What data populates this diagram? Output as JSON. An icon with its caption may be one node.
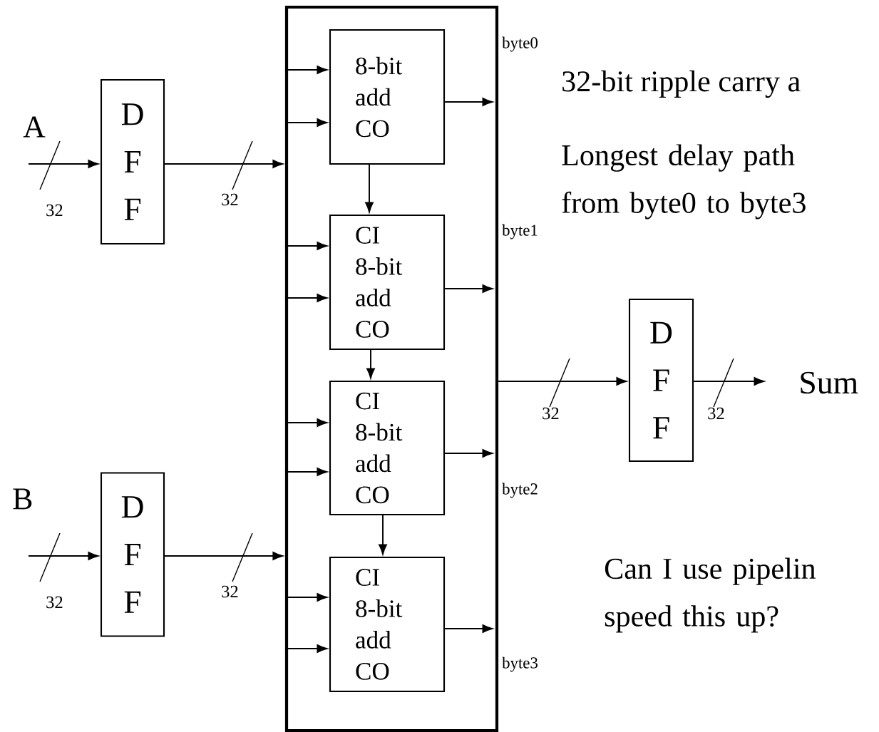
{
  "diagram": {
    "nodes": [
      {
        "text": [
          "D F F"
        ]
      },
      {
        "text": [
          "D F F"
        ]
      },
      {
        "text": [],
        "shape": "box"
      },
      {
        "text": [
          "8-bit add CO"
        ],
        "in": 2,
        "beside": [
          "byte0"
        ]
      },
      {
        "text": [
          "CI 8-bit add CO"
        ],
        "in": 2,
        "beside": [
          "byte1"
        ]
      },
      {
        "text": [
          "CI 8-bit add CO"
        ],
        "in": 2,
        "beside": [
          "byte2"
        ]
      },
      {
        "text": [
          "CI 8-bit add CO"
        ],
        "in": 2,
        "beside": [
          "byte3"
        ]
      },
      {
        "text": [
          "D F F"
        ]
      },
      {
        "text": [
          "Sum"
        ]
      }
    ],
    "edges": [
      {
        "from": null,
        "to": 0,
        "arrow": "to"
      },
      {
        "from": 0,
        "to": 2,
        "arrow": "to"
      },
      {
        "from": null,
        "to": 1,
        "arrow": "to"
      },
      {
        "from": 1,
        "to": 2,
        "arrow": "to"
      },
      {
        "from": 2,
        "to": 3,
        "arrow": "to"
      },
      {
        "from": 2,
        "to": 3,
        "arrow": "to"
      },
      {
        "from": 3,
        "to": null,
        "arrow": "to"
      },
      {
        "from": 2,
        "to": 4,
        "arrow": "to"
      },
      {
        "from": 2,
        "to": 4,
        "arrow": "to"
      },
      {
        "from": 4,
        "to": null,
        "arrow": "to"
      },
      {
        "from": 2,
        "to": 5,
        "arrow": "to"
      },
      {
        "from": 2,
        "to": 5,
        "arrow": "to"
      },
      {
        "from": 5,
        "to": null,
        "arrow": "to"
      },
      {
        "from": 2,
        "to": 6,
        "arrow": "to"
      },
      {
        "from": 2,
        "to": 6,
        "arrow": "to"
      },
      {
        "from": 6,
        "to": null,
        "arrow": "to"
      },
      {
        "from": 3,
        "to": 4,
        "arrow": "to"
      },
      {
        "from": 4,
        "to": 5,
        "arrow": "to"
      },
      {
        "from": 5,
        "to": 6,
        "arrow": "to"
      },
      {
        "from": 2,
        "to": 7,
        "arrow": "to"
      },
      {
        "from": 7,
        "to": 8,
        "arrow": "to"
      }
    ],
    "labels": [
      "32-bit ripple carry a",
      "A",
      "Longest delay path from byte0 to byte3",
      "32",
      "32",
      "32",
      "32",
      "B",
      "Can I use pipelin speed this up?",
      "32",
      "32"
    ]
  }
}
